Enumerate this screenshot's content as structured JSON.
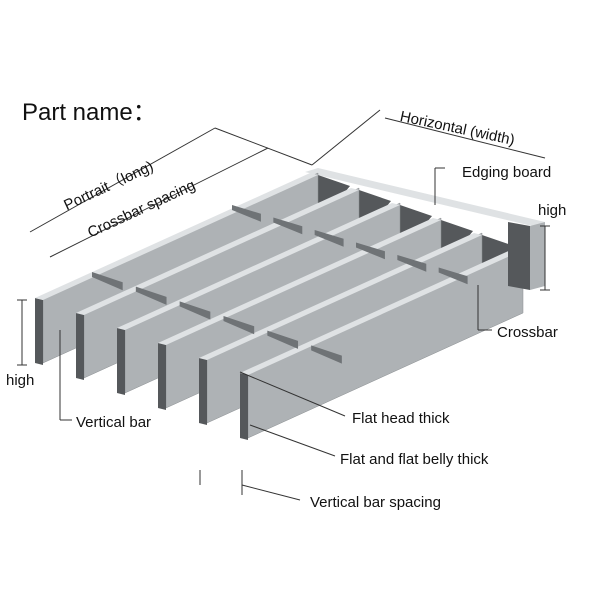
{
  "title": "Part name：",
  "labels": {
    "horizontal": "Horizontal (width)",
    "portrait": "Portrait（long)",
    "crossbar_spacing": "Crossbar spacing",
    "edging_board": "Edging board",
    "high_right": "high",
    "high_left": "high",
    "crossbar": "Crossbar",
    "vertical_bar": "Vertical bar",
    "flat_head_thick": "Flat head thick",
    "flat_belly_thick": "Flat and flat belly thick",
    "vertical_bar_spacing": "Vertical bar spacing"
  },
  "colors": {
    "top": "#dfe2e4",
    "face": "#aeb2b5",
    "dark": "#55585b",
    "edge": "#8a8e91"
  }
}
